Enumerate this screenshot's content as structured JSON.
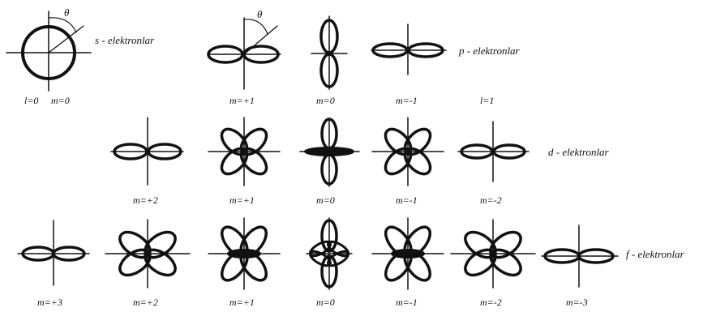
{
  "symbols": {
    "theta": "θ"
  },
  "rows": {
    "s": {
      "title": "s - elektronlar",
      "labels": [
        "l=0",
        "m=0"
      ]
    },
    "p": {
      "title": "p - elektronlar",
      "labels": [
        "m=+1",
        "m=0",
        "m=-1",
        "l=1"
      ]
    },
    "d": {
      "title": "d - elektronlar",
      "labels": [
        "m=+2",
        "m=+1",
        "m=0",
        "m=-1",
        "m=-2"
      ]
    },
    "f": {
      "title": "f - elektronlar",
      "labels": [
        "m=+3",
        "m=+2",
        "m=+1",
        "m=0",
        "m=-1",
        "m=-2",
        "m=-3"
      ]
    }
  }
}
